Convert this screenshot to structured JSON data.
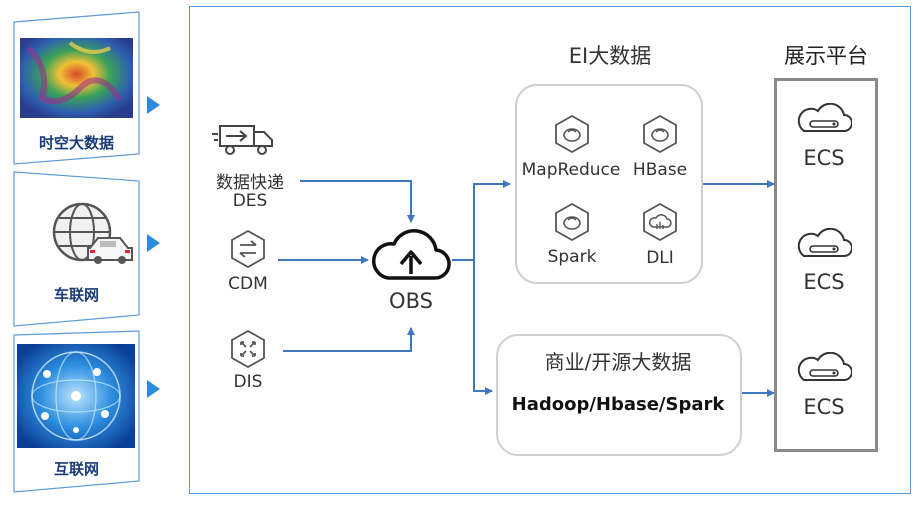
{
  "sources": [
    {
      "label": "时空大数据",
      "icon": "satellite-map-image"
    },
    {
      "label": "车联网",
      "icon": "globe-car-icon"
    },
    {
      "label": "互联网",
      "icon": "network-globe-image"
    }
  ],
  "ingest": {
    "des_line1": "数据快递",
    "des_line2": "DES",
    "cdm": "CDM",
    "dis": "DIS"
  },
  "hub": {
    "label": "OBS"
  },
  "ei": {
    "title": "EI大数据",
    "items": [
      "MapReduce",
      "HBase",
      "Spark",
      "DLI"
    ]
  },
  "commercial": {
    "title": "商业/开源大数据",
    "subtitle": "Hadoop/Hbase/Spark"
  },
  "display": {
    "title": "展示平台",
    "nodes": [
      "ECS",
      "ECS",
      "ECS"
    ]
  },
  "colors": {
    "flow": "#3f78c0",
    "frame": "#5c9cd8",
    "accent": "#2b8be0",
    "box_border": "#cccccc"
  }
}
